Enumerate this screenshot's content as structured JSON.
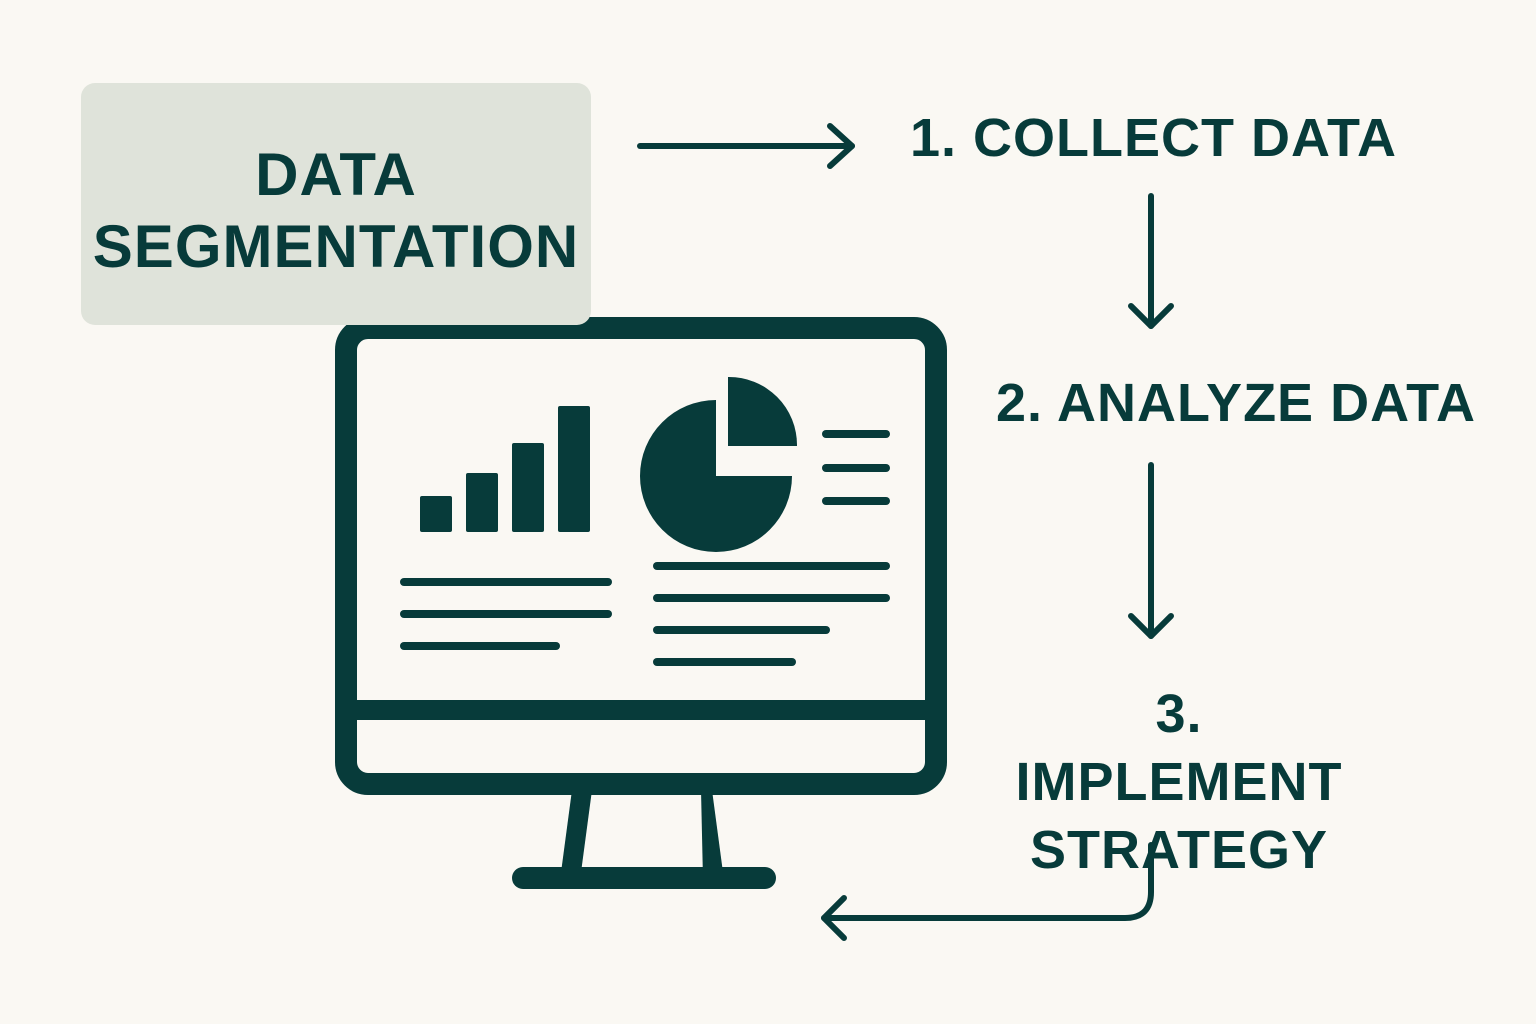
{
  "title": {
    "line1": "DATA",
    "line2": "SEGMENTATION"
  },
  "steps": [
    {
      "label": "1. COLLECT DATA"
    },
    {
      "label": "2. ANALYZE DATA"
    },
    {
      "label_line1": "3. IMPLEMENT",
      "label_line2": "STRATEGY"
    }
  ],
  "icon": "computer-monitor-dashboard-icon",
  "colors": {
    "background": "#faf8f3",
    "ink": "#073b3a",
    "title_box": "#dfe3da"
  }
}
